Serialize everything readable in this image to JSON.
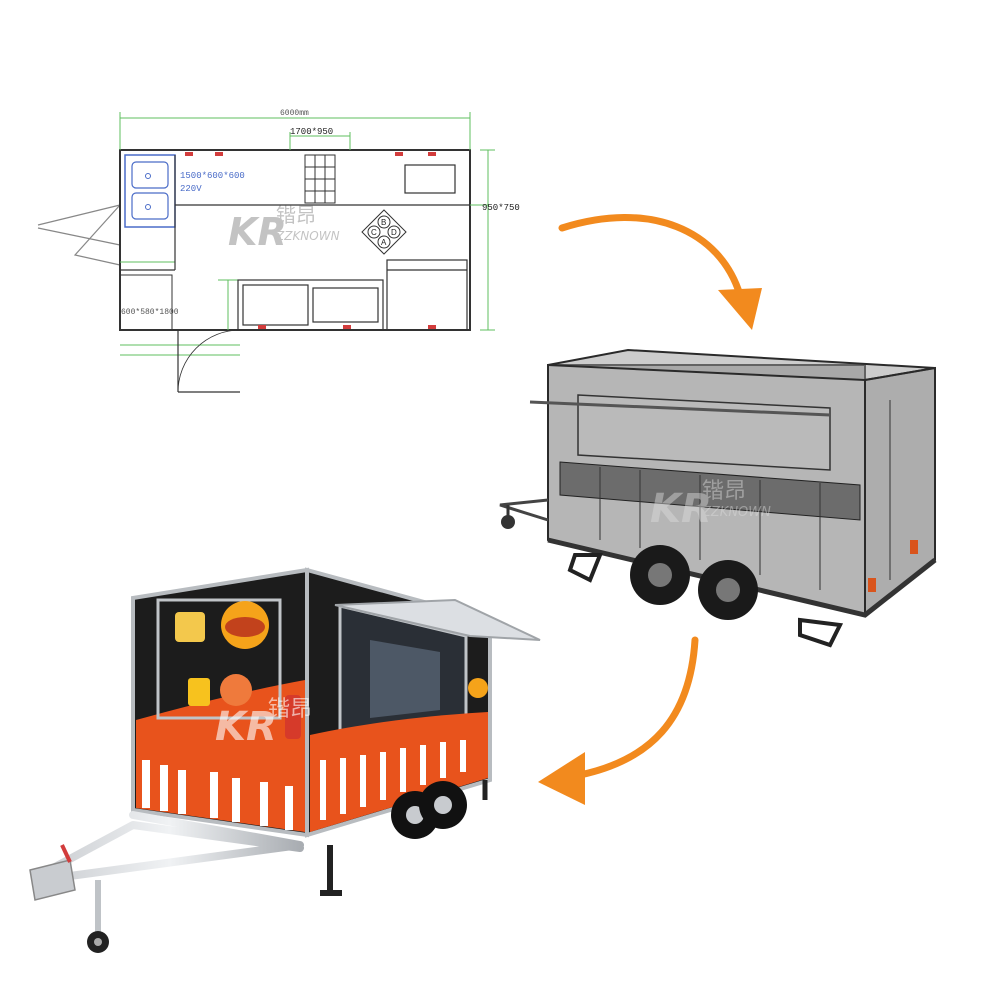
{
  "floor_plan": {
    "top_dimension": "1700*950",
    "equipment_label": "1500*600*600",
    "voltage": "220V",
    "window_label": "950*750",
    "fridge_label": "600*580*1800",
    "compass": [
      "B",
      "C",
      "D",
      "A"
    ]
  },
  "watermark": {
    "logo": "KR",
    "cjk": "锴昂",
    "brand": "ZZKNOWN"
  },
  "colors": {
    "arrow": "#f28a1e",
    "drawing_green": "#5fbf5f",
    "drawing_blue": "#4a6cc8",
    "drawing_red": "#d23c3c",
    "trailer_orange": "#e8531c",
    "trailer_black": "#1c1c1c"
  }
}
